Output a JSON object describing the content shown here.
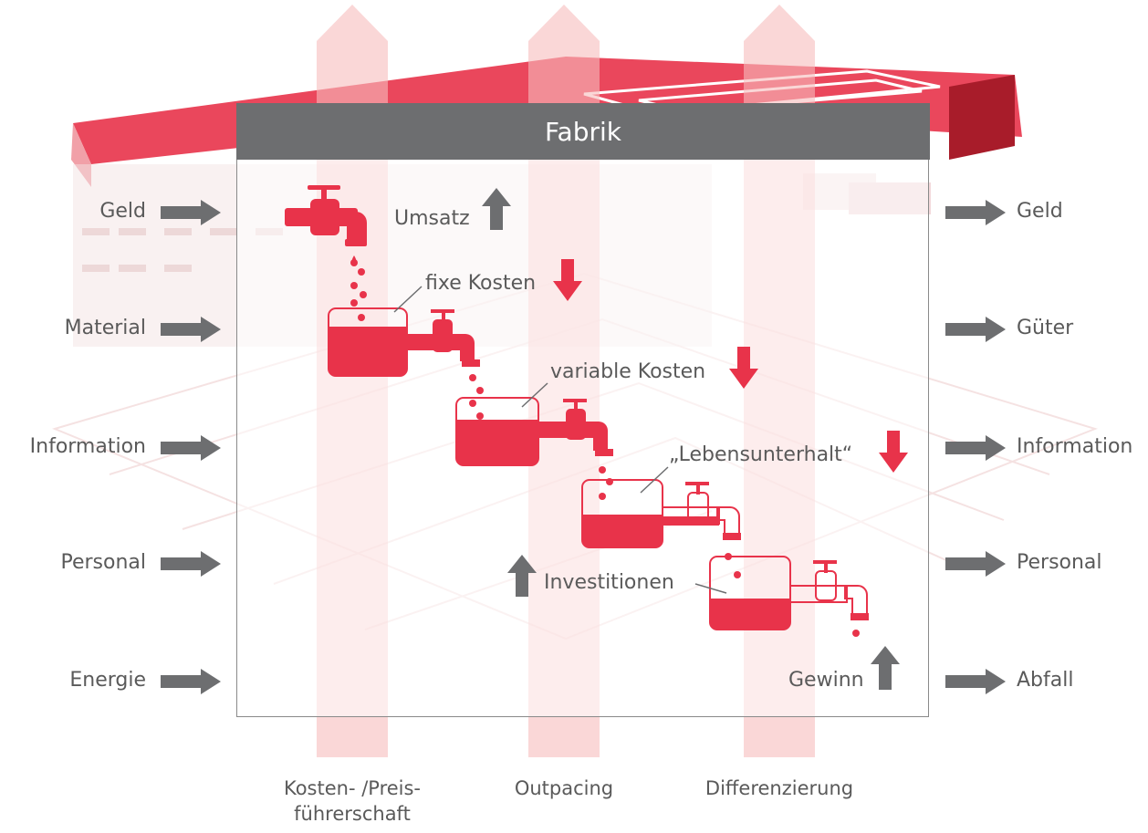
{
  "title": "Fabrik",
  "inputs": [
    "Geld",
    "Material",
    "Information",
    "Personal",
    "Energie"
  ],
  "outputs": [
    "Geld",
    "Güter",
    "Information",
    "Personal",
    "Abfall"
  ],
  "flow": {
    "umsatz": "Umsatz",
    "fixe_kosten": "fixe Kosten",
    "variable_kosten": "variable Kosten",
    "lebensunterhalt": "„Lebensunterhalt“",
    "investitionen": "Investitionen",
    "gewinn": "Gewinn"
  },
  "strategies": {
    "kosten_line1": "Kosten- /Preis-",
    "kosten_line2": "führerschaft",
    "outpacing": "Outpacing",
    "differenzierung": "Differenzierung"
  },
  "colors": {
    "red": "#e8334a",
    "gray": "#6d6e70",
    "pink": "#f7c3c3"
  }
}
